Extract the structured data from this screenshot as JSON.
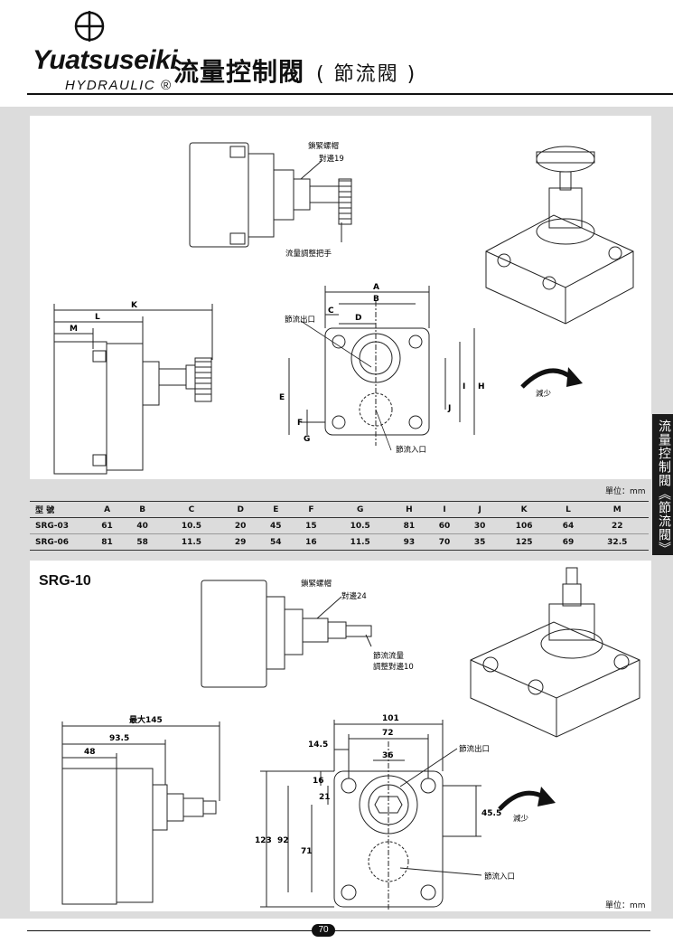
{
  "header": {
    "brand_name": "Yuatsuseiki",
    "brand_sub": "HYDRAULIC ®",
    "title": "流量控制閥",
    "subtitle": "( 節流閥 )"
  },
  "side_tab": "流量控制閥《節流閥》",
  "unit_label": "單位：mm",
  "srg_top": {
    "callouts": {
      "lock_nut": "鎖緊螺帽",
      "across_flats": "對邊19",
      "adjust_knob": "流量調整把手",
      "outlet": "節流出口",
      "inlet": "節流入口",
      "decrease": "減少"
    },
    "dims": {
      "K": "K",
      "L": "L",
      "M": "M",
      "A": "A",
      "B": "B",
      "C": "C",
      "D": "D",
      "E": "E",
      "F": "F",
      "G": "G",
      "H": "H",
      "I": "I",
      "J": "J"
    }
  },
  "table": {
    "headers": [
      "型 號",
      "A",
      "B",
      "C",
      "D",
      "E",
      "F",
      "G",
      "H",
      "I",
      "J",
      "K",
      "L",
      "M"
    ],
    "rows": [
      [
        "SRG-03",
        "61",
        "40",
        "10.5",
        "20",
        "45",
        "15",
        "10.5",
        "81",
        "60",
        "30",
        "106",
        "64",
        "22"
      ],
      [
        "SRG-06",
        "81",
        "58",
        "11.5",
        "29",
        "54",
        "16",
        "11.5",
        "93",
        "70",
        "35",
        "125",
        "69",
        "32.5"
      ]
    ]
  },
  "srg10": {
    "title": "SRG-10",
    "callouts": {
      "lock_nut": "鎖緊螺帽",
      "across_flats": "對邊24",
      "adjust_line1": "節流流量",
      "adjust_line2": "調整對邊10",
      "outlet": "節流出口",
      "inlet": "節流入口",
      "decrease": "減少"
    },
    "dims": {
      "max145": "最大145",
      "d93_5": "93.5",
      "d48": "48",
      "d101": "101",
      "d72": "72",
      "d14_5": "14.5",
      "d36": "36",
      "d16": "16",
      "d21": "21",
      "d45_5": "45.5",
      "d71": "71",
      "d92": "92",
      "d123": "123"
    }
  },
  "page_number": "70"
}
